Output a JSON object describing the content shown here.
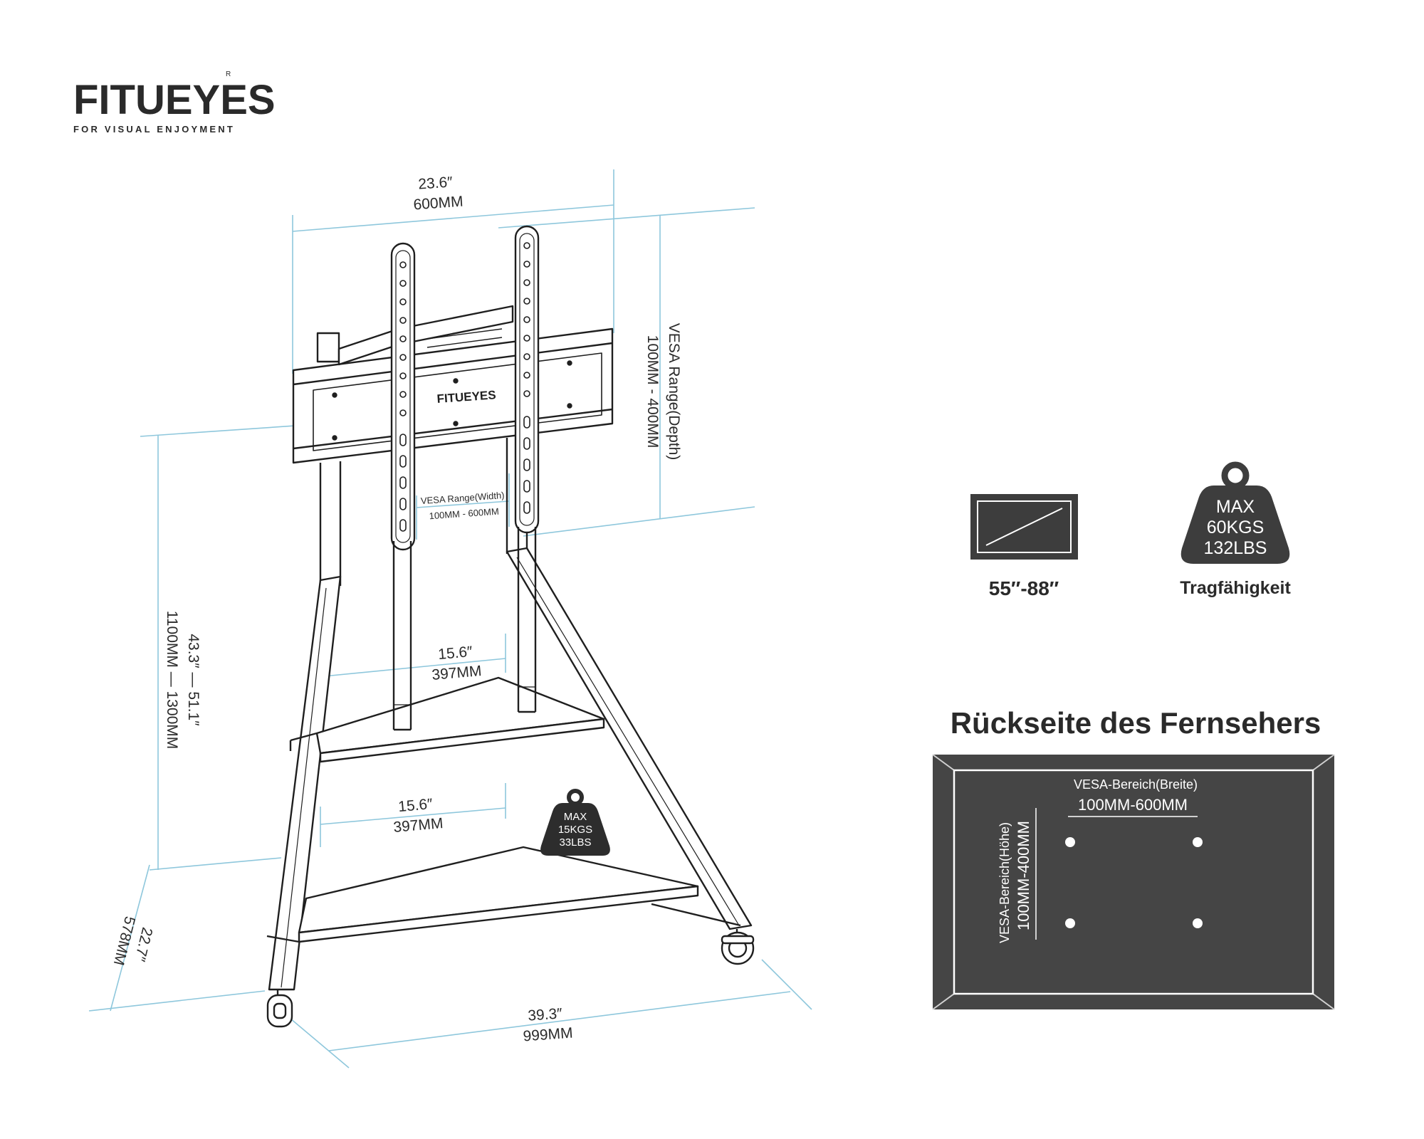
{
  "brand": {
    "name": "FITUEYES",
    "name_part1": "FITU",
    "name_part2": "EYES",
    "registered_mark": "R",
    "tagline": "FOR VISUAL ENJOYMENT",
    "plate_logo": "FITUEYES"
  },
  "dimensions": {
    "top_width_inch": "23.6″",
    "top_width_mm": "600MM",
    "vesa_depth_label": "VESA Range(Depth)",
    "vesa_depth_range": "100MM - 400MM",
    "vesa_width_label": "VESA Range(Width)",
    "vesa_width_range": "100MM - 600MM",
    "height_inch": "43.3″  —  51.1″",
    "height_mm": "1100MM  —  1300MM",
    "shelf_upper_inch": "15.6″",
    "shelf_upper_mm": "397MM",
    "shelf_lower_inch": "15.6″",
    "shelf_lower_mm": "397MM",
    "shelf_max_label": "MAX",
    "shelf_max_kgs": "15KGS",
    "shelf_max_lbs": "33LBS",
    "base_depth_inch": "22.7″",
    "base_depth_mm": "578MM",
    "base_width_inch": "39.3″",
    "base_width_mm": "999MM"
  },
  "specs": {
    "screen_size": "55″-88″",
    "load_max_label": "MAX",
    "load_kgs": "60KGS",
    "load_lbs": "132LBS",
    "load_caption": "Tragfähigkeit"
  },
  "tv_back": {
    "title": "Rückseite des Fernsehers",
    "width_label": "VESA-Bereich(Breite)",
    "width_range": "100MM-600MM",
    "height_label": "VESA-Bereich(Höhe)",
    "height_range": "100MM-400MM"
  },
  "colors": {
    "line": "#1f1f1f",
    "dimension": "#8ec7dc",
    "dark_panel": "#454545",
    "text": "#222222"
  }
}
